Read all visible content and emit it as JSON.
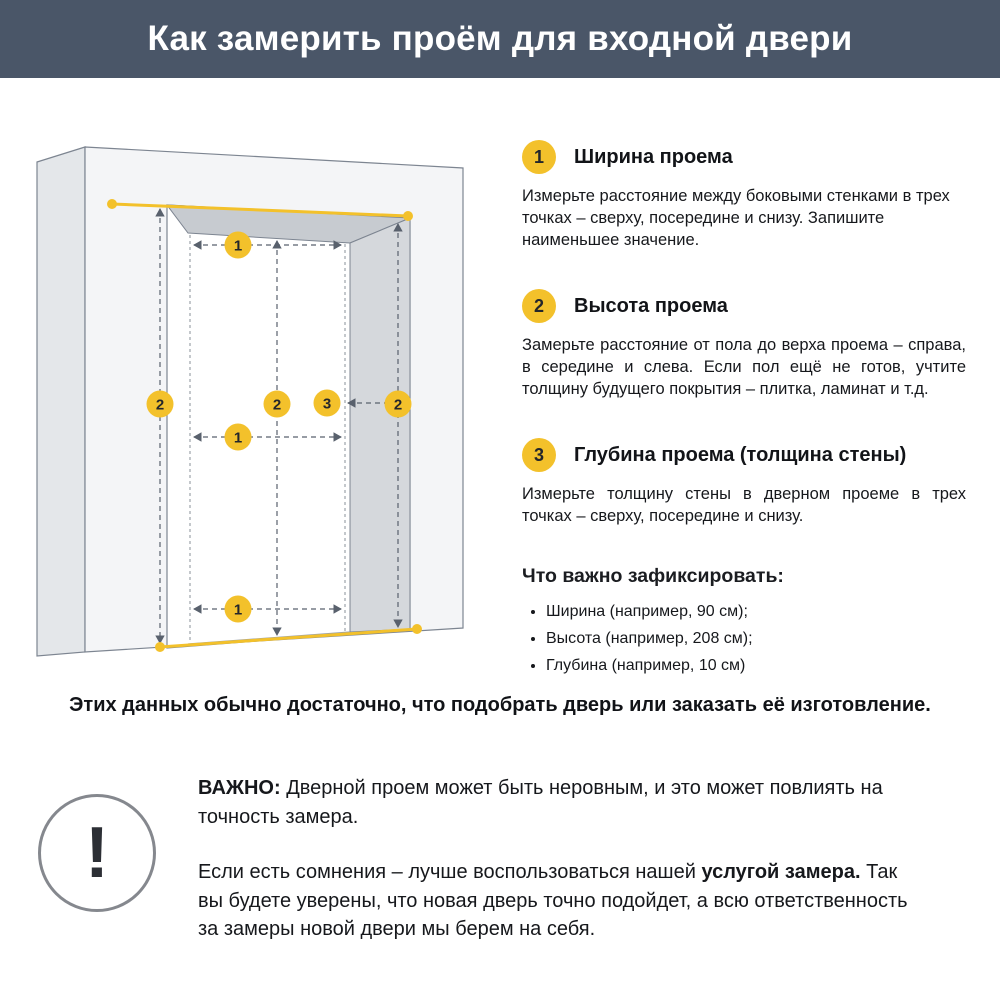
{
  "header": {
    "title": "Как замерить проём для входной двери"
  },
  "diagram": {
    "markers": {
      "width": "1",
      "height": "2",
      "depth": "3"
    }
  },
  "steps": [
    {
      "number": "1",
      "title": "Ширина проема",
      "text": "Измерьте расстояние между боковыми стенками в трех точках – сверху, посередине и снизу. Запишите наименьшее значение."
    },
    {
      "number": "2",
      "title": "Высота проема",
      "text": "Замерьте расстояние от пола до верха проема – справа, в середине и слева. Если пол ещё не готов, учтите толщину будущего покрытия – плитка, ламинат и т.д."
    },
    {
      "number": "3",
      "title": "Глубина проема (толщина стены)",
      "text": "Измерьте толщину стены в дверном проеме в трех точках – сверху, посередине и снизу."
    }
  ],
  "checklist": {
    "title": "Что важно зафиксировать:",
    "items": [
      "Ширина (например, 90 см);",
      "Высота (например, 208 см);",
      "Глубина (например, 10 см)"
    ]
  },
  "summary": "Этих данных обычно достаточно, что подобрать дверь или заказать её изготовление.",
  "notice": {
    "icon": "!",
    "p1_bold": "ВАЖНО:",
    "p1_rest": " Дверной проем может быть неровным, и это может повлиять на точность замера.",
    "p2_before": "Если есть сомнения – лучше воспользоваться нашей ",
    "p2_bold": "услугой замера.",
    "p2_after": " Так вы будете уверены, что новая дверь точно подойдет, а всю ответственность за замеры новой двери мы берем на себя."
  },
  "colors": {
    "accent_yellow": "#F3C12B",
    "header_bg": "#4A5668"
  }
}
